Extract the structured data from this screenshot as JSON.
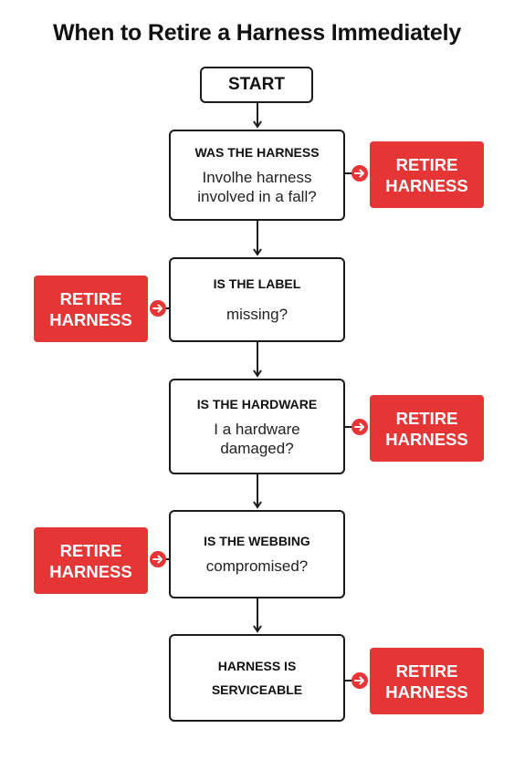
{
  "title": "When to Retire a Harness Immediately",
  "start": "START",
  "questions": [
    {
      "head": "WAS THE HARNESS",
      "sub": [
        "Involhe harness",
        "involved in a fall?"
      ]
    },
    {
      "head": "IS THE LABEL",
      "sub": [
        "missing?"
      ]
    },
    {
      "head": "IS THE HARDWARE",
      "sub": [
        "I a hardware",
        "damaged?"
      ]
    },
    {
      "head": "IS THE WEBBING",
      "sub": [
        "compromised?"
      ]
    }
  ],
  "end_box": [
    "HARNESS IS",
    "SERVICEABLE"
  ],
  "retire_label": [
    "RETIRE",
    "HARNESS"
  ],
  "colors": {
    "accent": "#e63535",
    "stroke": "#1a1a1a"
  }
}
